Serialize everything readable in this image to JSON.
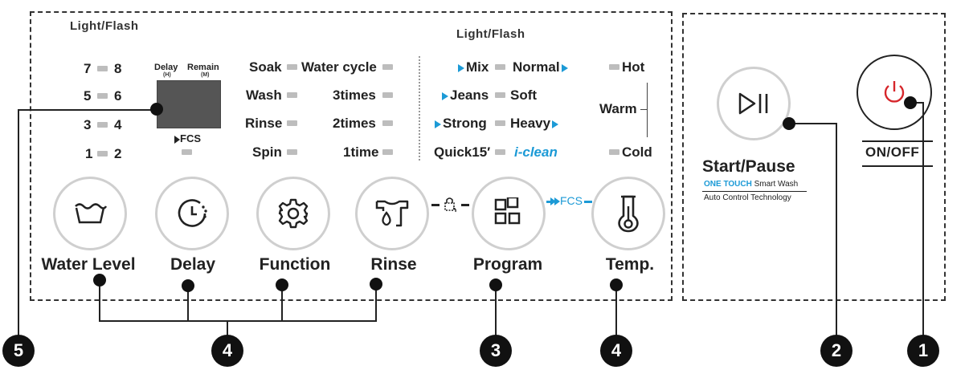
{
  "panel": {
    "light_flash_left": "Light/Flash",
    "light_flash_right": "Light/Flash",
    "display": {
      "delay": "Delay",
      "delay_unit": "(H)",
      "remain": "Remain",
      "remain_unit": "(M)",
      "fcs": "FCS"
    },
    "water_levels": [
      "7",
      "8",
      "5",
      "6",
      "3",
      "4",
      "1",
      "2"
    ],
    "functions_left": [
      "Soak",
      "Wash",
      "Rinse",
      "Spin"
    ],
    "functions_right": [
      "Water cycle",
      "3times",
      "2times",
      "1time"
    ],
    "programs": [
      "Mix",
      "Normal",
      "Jeans",
      "Soft",
      "Strong",
      "Heavy",
      "Quick15′",
      "i-clean"
    ],
    "temps": {
      "hot": "Hot",
      "warm": "Warm",
      "cold": "Cold"
    },
    "buttons": {
      "water_level": "Water Level",
      "delay": "Delay",
      "function": "Function",
      "rinse": "Rinse",
      "program": "Program",
      "temp": "Temp."
    },
    "link_fcs": "FCS"
  },
  "right_panel": {
    "start_pause": "Start/Pause",
    "one_touch": "ONE TOUCH",
    "smart_wash": "Smart Wash",
    "auto_control": "Auto Control Technology",
    "on_off": "ON/OFF"
  },
  "callouts": [
    "5",
    "4",
    "3",
    "4",
    "2",
    "1"
  ],
  "colors": {
    "accent_blue": "#1c9ad6",
    "power_red": "#d6262b",
    "led_gray": "#bdbdbd"
  },
  "icons": [
    "basin-icon",
    "timer-icon",
    "gear-icon",
    "shirt-drop-icon",
    "grid-icon",
    "thermometer-icon",
    "play-pause-icon",
    "power-icon",
    "child-lock-icon"
  ]
}
